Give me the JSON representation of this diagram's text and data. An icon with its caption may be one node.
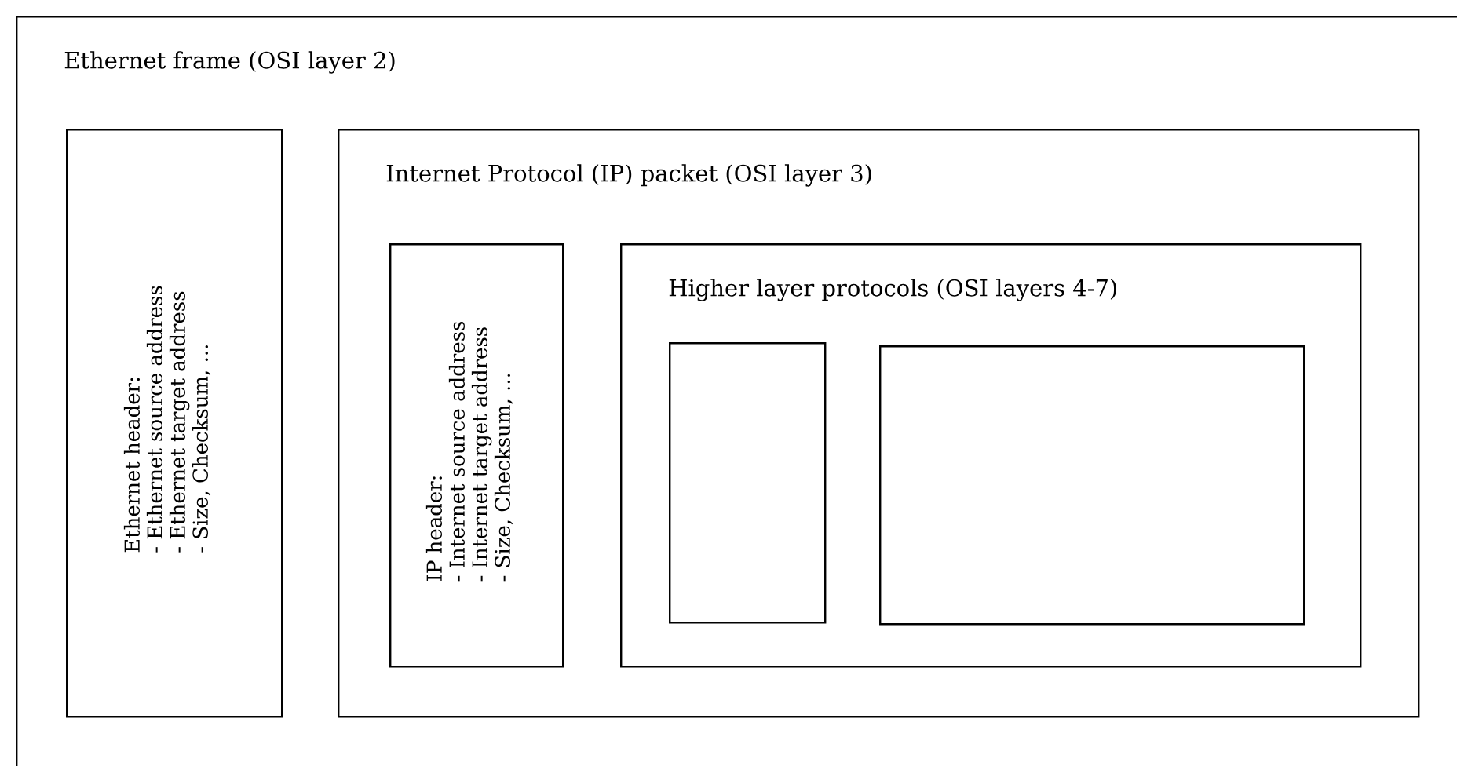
{
  "diagram": {
    "nodes": [
      {
        "text": [
          "Ethernet frame (OSI layer 2)"
        ]
      },
      {
        "text": [
          "Ethernet header:",
          "- Ethernet source address",
          "- Ethernet target address",
          "- Size, Checksum, ..."
        ],
        "in": 0
      },
      {
        "text": [
          "Internet Protocol (IP) packet (OSI layer 3)"
        ],
        "in": 0
      },
      {
        "text": [
          "IP header:",
          "- Internet source address",
          "- Internet target address",
          "- Size, Checksum, ..."
        ],
        "in": 2
      },
      {
        "text": [
          "Higher layer protocols (OSI layers 4-7)"
        ],
        "in": 2
      },
      {
        "text": [],
        "shape": "box",
        "in": 4
      },
      {
        "text": [],
        "shape": "box",
        "in": 4
      }
    ]
  }
}
